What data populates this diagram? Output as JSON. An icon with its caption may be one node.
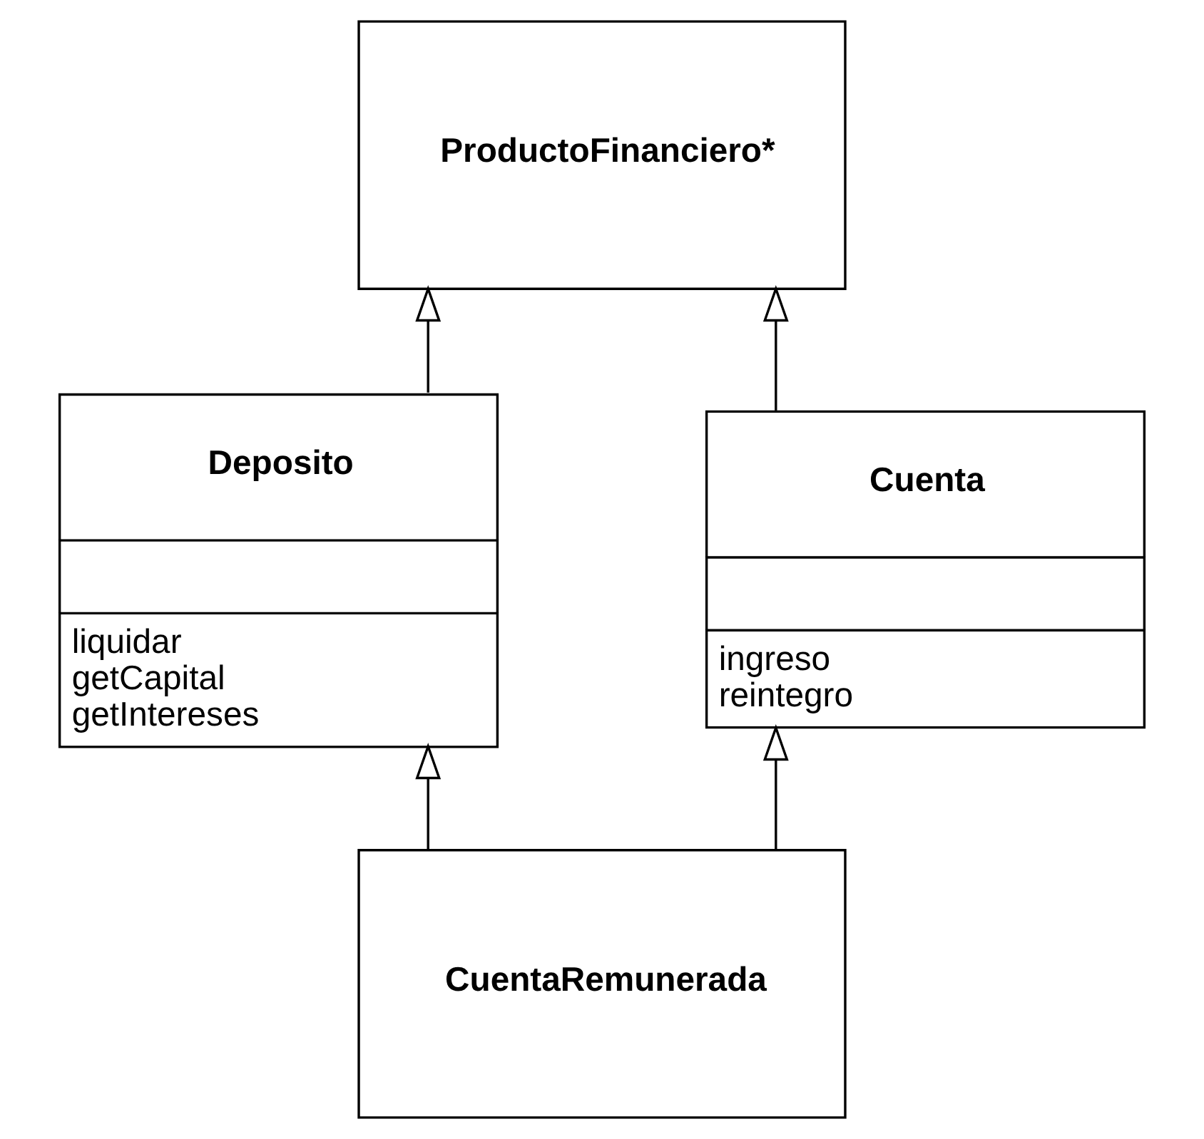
{
  "diagram": {
    "nodes": [
      {
        "text": [
          "ProductoFinanciero*"
        ]
      },
      {
        "text": [
          "Deposito",
          "liquidar",
          "getCapital",
          "getIntereses"
        ]
      },
      {
        "text": [
          "Cuenta",
          "ingreso",
          "reintegro"
        ]
      },
      {
        "text": [
          "CuentaRemunerada"
        ]
      }
    ],
    "edges": [
      {
        "from": 1,
        "to": 0,
        "arrow": "to"
      },
      {
        "from": 2,
        "to": 0,
        "arrow": "to"
      },
      {
        "from": 3,
        "to": 1,
        "arrow": "to"
      },
      {
        "from": 3,
        "to": 2,
        "arrow": "to"
      }
    ]
  }
}
